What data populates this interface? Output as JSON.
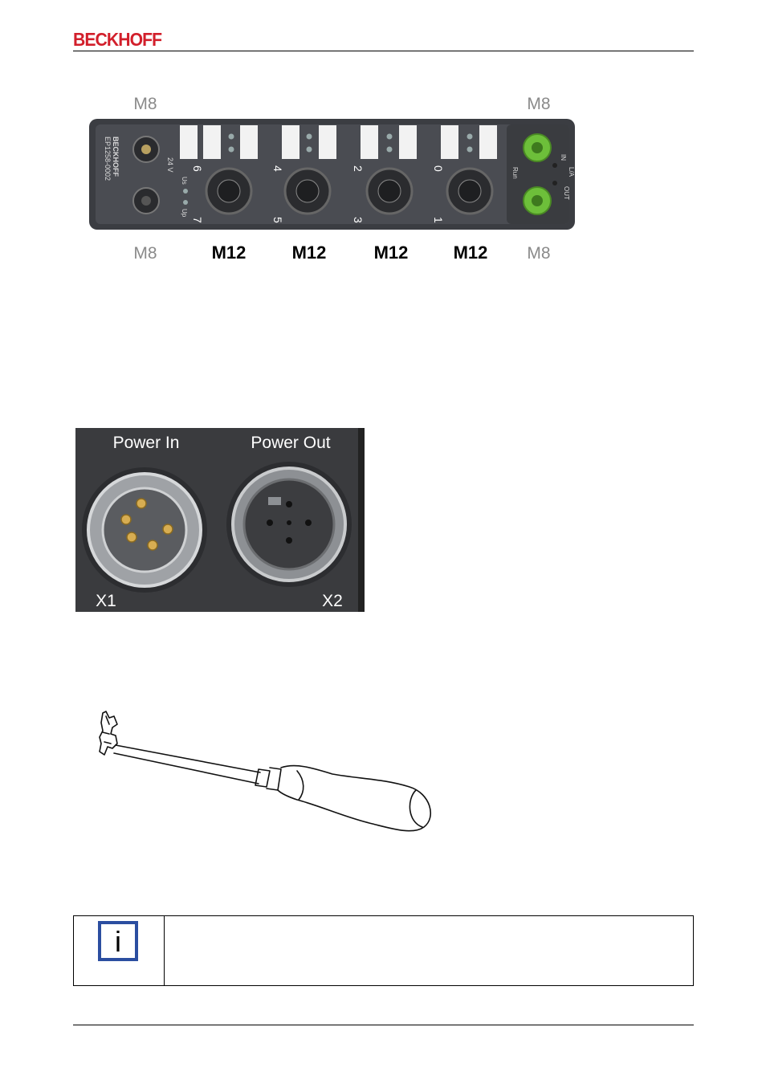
{
  "header": {
    "logo_text": "BECKHOFF"
  },
  "figure1": {
    "top_labels": [
      "M8",
      "M8"
    ],
    "bottom_labels": [
      "M8",
      "M12",
      "M12",
      "M12",
      "M12",
      "M8"
    ],
    "side_text": "EP1258-0002",
    "brand": "BECKHOFF",
    "supply_label": "24 V",
    "status_labels": [
      "Us",
      "Up"
    ],
    "channel_top": [
      "6",
      "4",
      "2",
      "0"
    ],
    "channel_bottom": [
      "7",
      "5",
      "3",
      "1"
    ],
    "port_labels": [
      "IN",
      "L/A",
      "Run",
      "OUT"
    ]
  },
  "figure2": {
    "power_in": "Power In",
    "power_out": "Power Out",
    "x1": "X1",
    "x2": "X2"
  },
  "note": {
    "icon_letter": "i",
    "icon_name": "info-icon"
  },
  "colors": {
    "brand_red": "#d21f2b",
    "info_blue": "#2b4ea0",
    "green_port": "#6dbf3a"
  }
}
